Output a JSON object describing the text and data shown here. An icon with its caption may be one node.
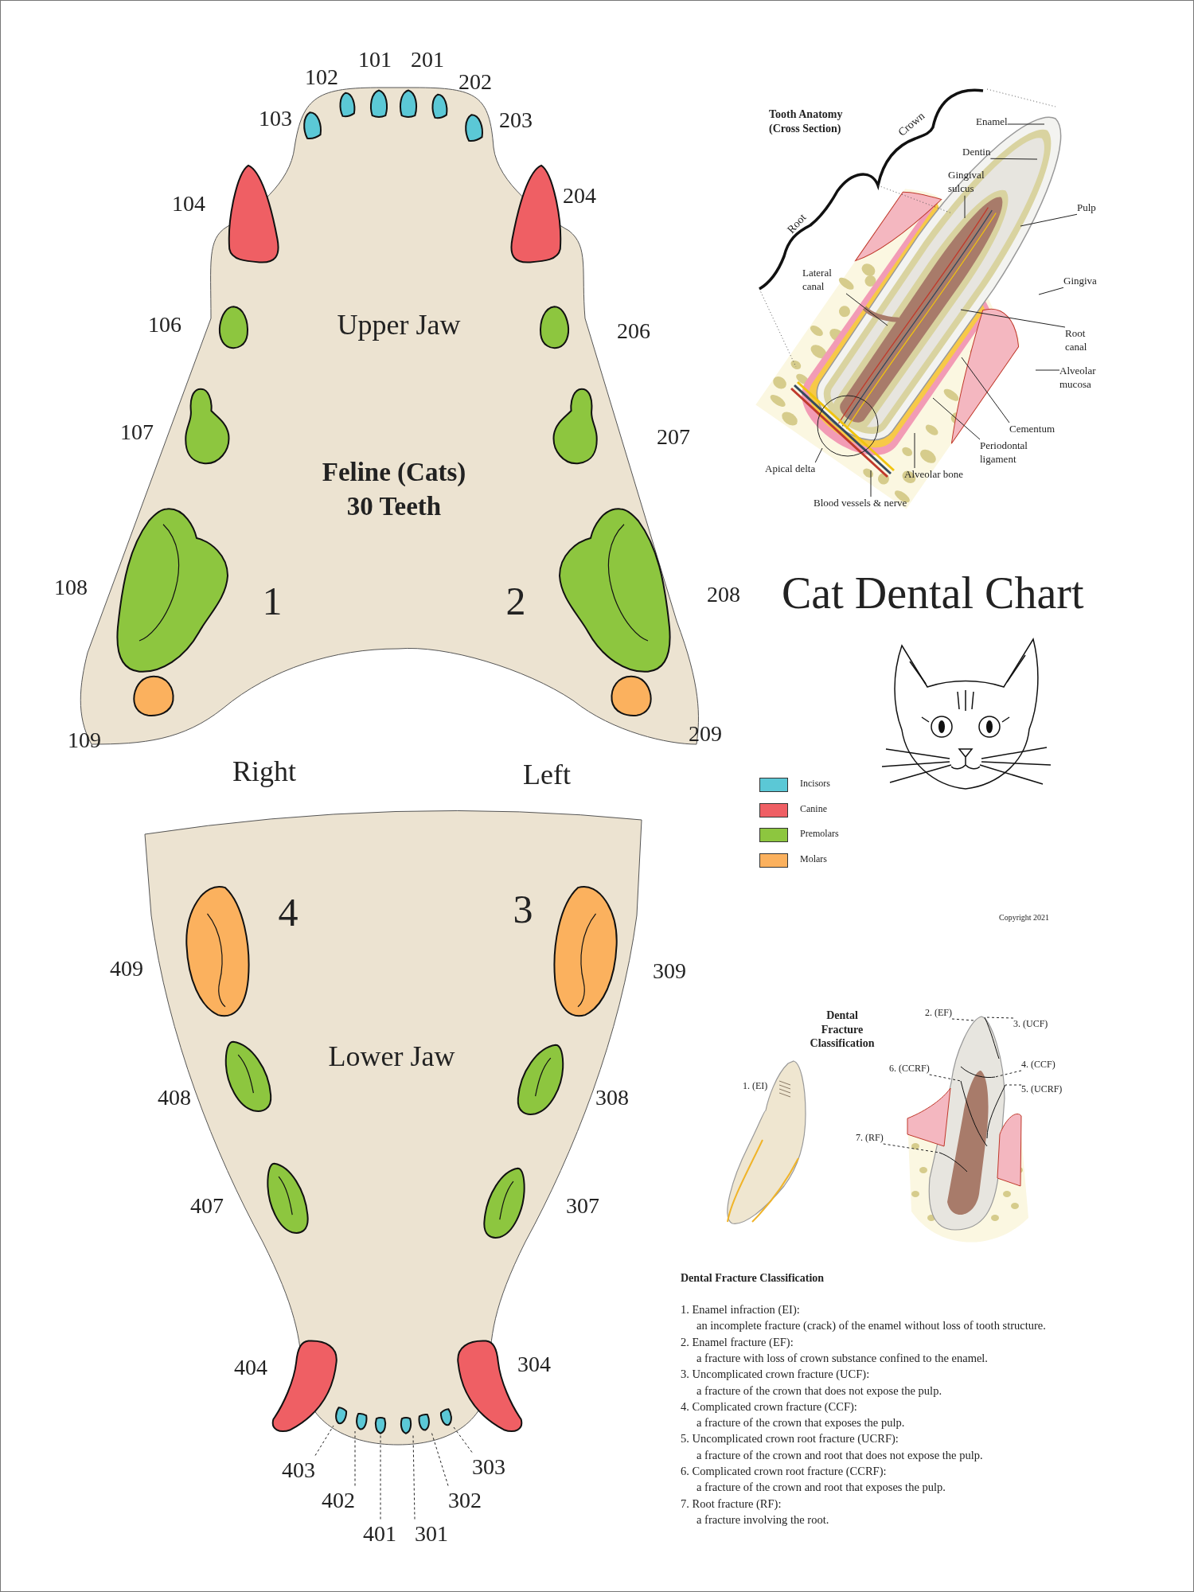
{
  "diagram": {
    "title": "Cat Dental Chart",
    "nodes": [
      {
        "text": [
          "Upper Jaw",
          "Feline (Cats) 30 Teeth",
          "1",
          "2"
        ]
      },
      {
        "text": [],
        "shape": "tooth",
        "in": 0,
        "beside": [
          "103"
        ]
      },
      {
        "text": [],
        "shape": "tooth",
        "in": 0,
        "beside": [
          "102"
        ]
      },
      {
        "text": [],
        "shape": "tooth",
        "in": 0,
        "beside": [
          "101"
        ]
      },
      {
        "text": [],
        "shape": "tooth",
        "in": 0,
        "beside": [
          "201"
        ]
      },
      {
        "text": [],
        "shape": "tooth",
        "in": 0,
        "beside": [
          "202"
        ]
      },
      {
        "text": [],
        "shape": "tooth",
        "in": 0,
        "beside": [
          "203"
        ]
      },
      {
        "text": [],
        "shape": "tooth",
        "in": 0,
        "beside": [
          "104"
        ]
      },
      {
        "text": [],
        "shape": "tooth",
        "in": 0,
        "beside": [
          "204"
        ]
      },
      {
        "text": [],
        "shape": "tooth",
        "in": 0,
        "beside": [
          "106"
        ]
      },
      {
        "text": [],
        "shape": "tooth",
        "in": 0,
        "beside": [
          "206"
        ]
      },
      {
        "text": [],
        "shape": "tooth",
        "in": 0,
        "beside": [
          "107"
        ]
      },
      {
        "text": [],
        "shape": "tooth",
        "in": 0,
        "beside": [
          "207"
        ]
      },
      {
        "text": [],
        "shape": "tooth",
        "in": 0,
        "beside": [
          "108"
        ]
      },
      {
        "text": [],
        "shape": "tooth",
        "in": 0,
        "beside": [
          "208"
        ]
      },
      {
        "text": [],
        "shape": "tooth",
        "in": 0,
        "beside": [
          "109"
        ]
      },
      {
        "text": [],
        "shape": "tooth",
        "in": 0,
        "beside": [
          "209"
        ]
      },
      {
        "text": [
          "4",
          "3",
          "Lower Jaw"
        ]
      },
      {
        "text": [],
        "shape": "tooth",
        "in": 17,
        "beside": [
          "409"
        ]
      },
      {
        "text": [],
        "shape": "tooth",
        "in": 17,
        "beside": [
          "309"
        ]
      },
      {
        "text": [],
        "shape": "tooth",
        "in": 17,
        "beside": [
          "408"
        ]
      },
      {
        "text": [],
        "shape": "tooth",
        "in": 17,
        "beside": [
          "308"
        ]
      },
      {
        "text": [],
        "shape": "tooth",
        "in": 17,
        "beside": [
          "407"
        ]
      },
      {
        "text": [],
        "shape": "tooth",
        "in": 17,
        "beside": [
          "307"
        ]
      },
      {
        "text": [],
        "shape": "tooth",
        "in": 17,
        "beside": [
          "404"
        ]
      },
      {
        "text": [],
        "shape": "tooth",
        "in": 17,
        "beside": [
          "304"
        ]
      },
      {
        "text": [],
        "shape": "tooth",
        "in": 17
      },
      {
        "text": [],
        "shape": "tooth",
        "in": 17
      },
      {
        "text": [],
        "shape": "tooth",
        "in": 17
      },
      {
        "text": [],
        "shape": "tooth",
        "in": 17
      },
      {
        "text": [],
        "shape": "tooth",
        "in": 17
      },
      {
        "text": [],
        "shape": "tooth",
        "in": 17
      },
      {
        "text": [
          "403"
        ]
      },
      {
        "text": [
          "402"
        ]
      },
      {
        "text": [
          "401"
        ]
      },
      {
        "text": [
          "301"
        ]
      },
      {
        "text": [
          "302"
        ]
      },
      {
        "text": [
          "303"
        ]
      },
      {
        "text": [
          "Enamel"
        ]
      },
      {
        "text": [
          "Dentin"
        ]
      },
      {
        "text": [
          "Gingival sulcus"
        ]
      },
      {
        "text": [
          "Pulp"
        ]
      },
      {
        "text": [
          "Lateral canal"
        ]
      },
      {
        "text": [
          "Gingiva"
        ]
      },
      {
        "text": [
          "Root canal"
        ]
      },
      {
        "text": [
          "Alveolar mucosa"
        ]
      },
      {
        "text": [
          "Cementum"
        ]
      },
      {
        "text": [
          "Periodontal ligament"
        ]
      },
      {
        "text": [
          "Alveolar bone"
        ]
      },
      {
        "text": [
          "Apical delta"
        ]
      },
      {
        "text": [
          "Blood vessels & nerve"
        ]
      },
      {
        "text": [
          "2. (EF)"
        ]
      },
      {
        "text": [
          "3. (UCF)"
        ]
      },
      {
        "text": [
          "6. (CCRF)"
        ]
      },
      {
        "text": [
          "4. (CCF)"
        ]
      },
      {
        "text": [
          "5. (UCRF)"
        ]
      },
      {
        "text": [
          "7. (RF)"
        ]
      },
      {
        "text": [],
        "shape": "picture"
      },
      {
        "text": [],
        "shape": "picture"
      }
    ],
    "edges": [
      {
        "from": 32,
        "to": 26,
        "arrow": "none",
        "style": "dashed"
      },
      {
        "from": 33,
        "to": 27,
        "arrow": "none",
        "style": "dashed"
      },
      {
        "from": 34,
        "to": 28,
        "arrow": "none",
        "style": "dashed"
      },
      {
        "from": 35,
        "to": 29,
        "arrow": "none",
        "style": "dashed"
      },
      {
        "from": 36,
        "to": 30,
        "arrow": "none",
        "style": "dashed"
      },
      {
        "from": 37,
        "to": 31,
        "arrow": "none",
        "style": "dashed"
      },
      {
        "from": 38,
        "to": 57,
        "arrow": "none"
      },
      {
        "from": 39,
        "to": 57,
        "arrow": "none"
      },
      {
        "from": 40,
        "to": 57,
        "arrow": "none"
      },
      {
        "from": 41,
        "to": 57,
        "arrow": "none"
      },
      {
        "from": 42,
        "to": 57,
        "arrow": "none"
      },
      {
        "from": 43,
        "to": 57,
        "arrow": "none"
      },
      {
        "from": 44,
        "to": 57,
        "arrow": "none"
      },
      {
        "from": 45,
        "to": 57,
        "arrow": "none"
      },
      {
        "from": 46,
        "to": 57,
        "arrow": "none"
      },
      {
        "from": 47,
        "to": 57,
        "arrow": "none"
      },
      {
        "from": 48,
        "to": 57,
        "arrow": "none"
      },
      {
        "from": 49,
        "to": 57,
        "arrow": "none"
      },
      {
        "from": 50,
        "to": 57,
        "arrow": "none"
      },
      {
        "from": 51,
        "to": 58,
        "arrow": "none",
        "style": "dashed"
      },
      {
        "from": 52,
        "to": 58,
        "arrow": "none",
        "style": "dashed"
      },
      {
        "from": 53,
        "to": 58,
        "arrow": "none",
        "style": "dashed"
      },
      {
        "from": 54,
        "to": 58,
        "arrow": "none",
        "style": "dashed"
      },
      {
        "from": 55,
        "to": 58,
        "arrow": "none",
        "style": "dashed"
      },
      {
        "from": 56,
        "to": 58,
        "arrow": "none",
        "style": "dashed"
      }
    ],
    "labels": [
      "Tooth Anatomy (Cross Section)",
      "Crown",
      "Root",
      "Right",
      "Left",
      "Copyright 2021",
      "Dental Fracture Classification",
      "1. (EI)",
      "Dental Fracture Classification",
      "1. Enamel infraction (EI):",
      "an incomplete fracture (crack) of the enamel without loss of tooth structure.",
      "2. Enamel fracture (EF):",
      "a fracture with loss of crown substance confined to the enamel.",
      "3. Uncomplicated crown fracture (UCF):",
      "a fracture of the crown that does not expose the pulp.",
      "4. Complicated crown fracture (CCF):",
      "a fracture of the crown that exposes the pulp.",
      "5. Uncomplicated crown root fracture (UCRF):",
      "a fracture of the crown and root that does not expose the pulp.",
      "6. Complicated crown root fracture (CCRF):",
      "a fracture of the crown and root that exposes the pulp.",
      "7. Root fracture (RF):",
      "a fracture involving the root."
    ],
    "legend": [
      {
        "text": "Incisors",
        "color": "#5bc8d6"
      },
      {
        "text": "Canine",
        "color": "#ef5f64"
      },
      {
        "text": "Premolars",
        "color": "#8dc63f"
      },
      {
        "text": "Molars",
        "color": "#fbb15e"
      }
    ]
  }
}
